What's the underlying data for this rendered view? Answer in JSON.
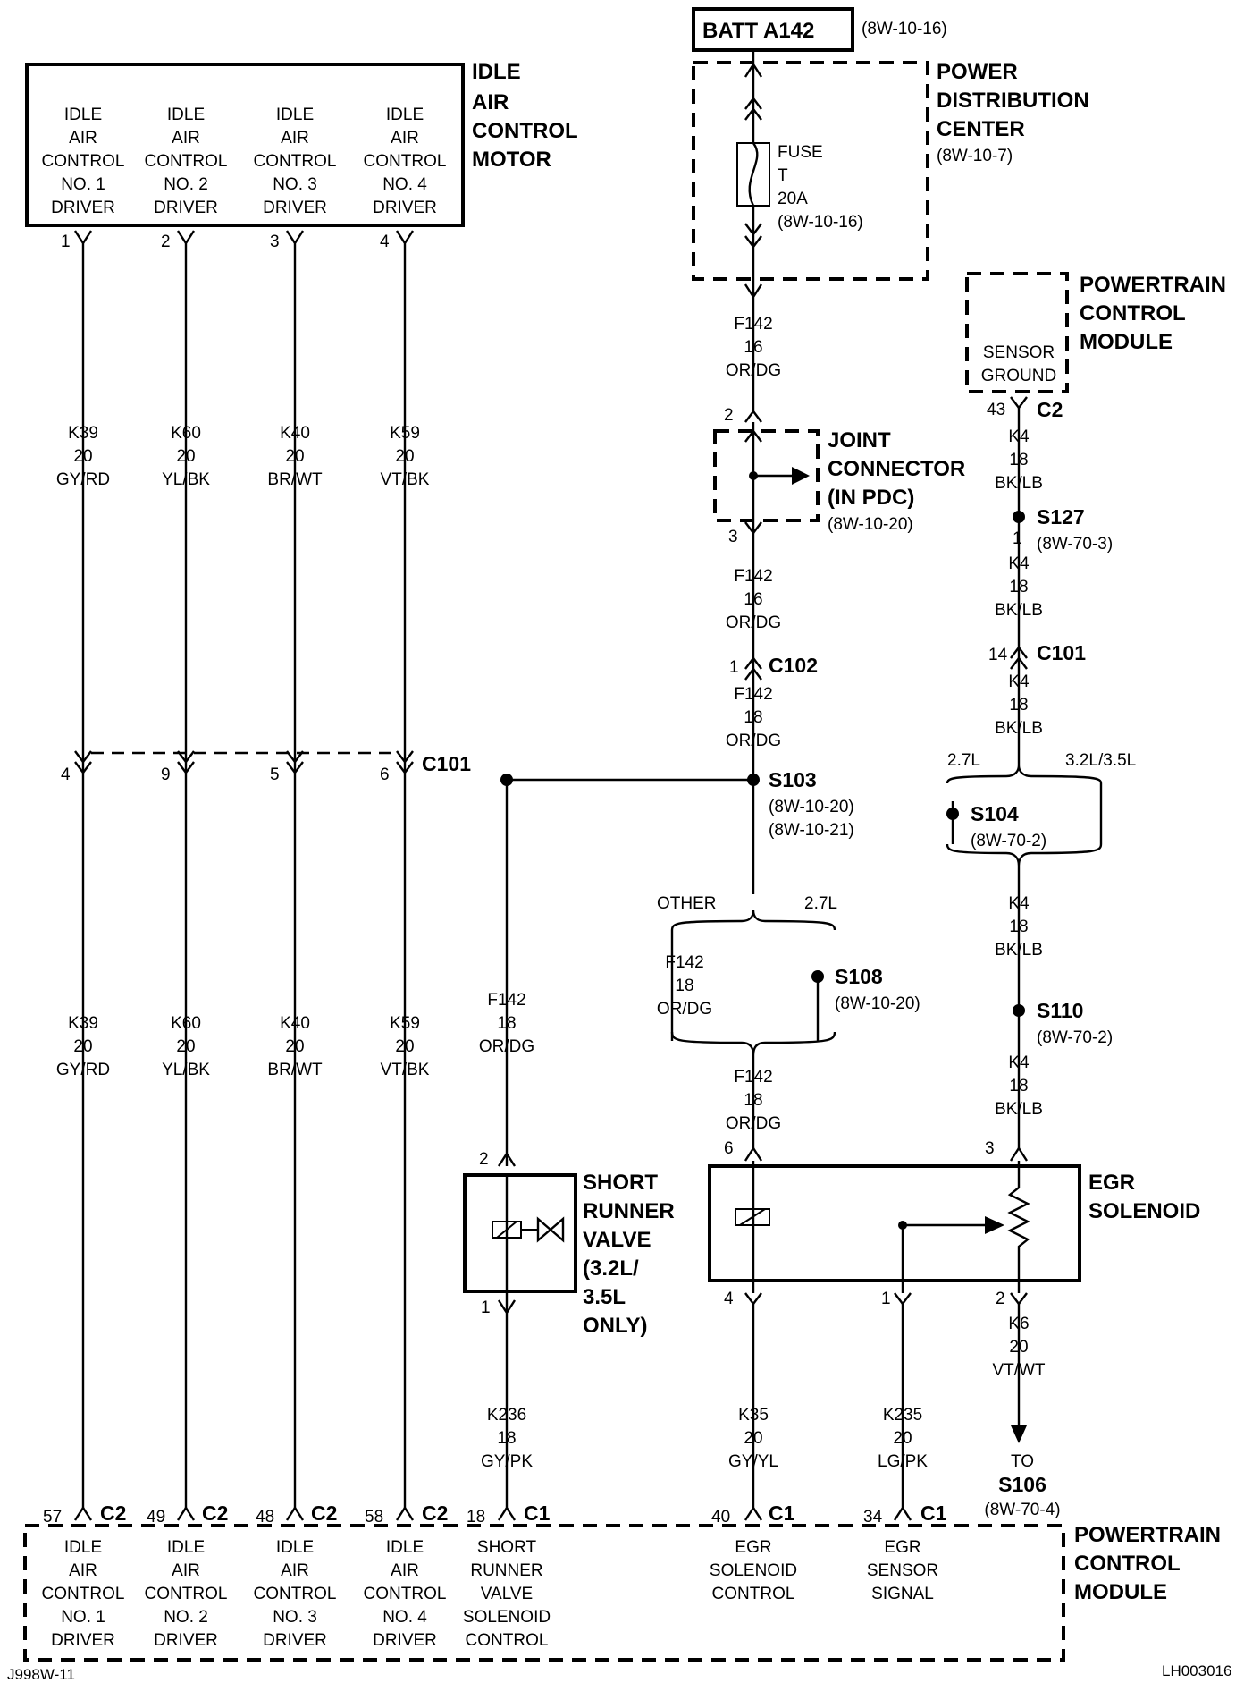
{
  "doc": {
    "code_left": "J998W-11",
    "code_right": "LH003016"
  },
  "batt": {
    "label": "BATT A142",
    "ref": "(8W-10-16)"
  },
  "pdc": {
    "title": [
      "POWER",
      "DISTRIBUTION",
      "CENTER"
    ],
    "ref": "(8W-10-7)",
    "fuse": [
      "FUSE",
      "T",
      "20A",
      "(8W-10-16)"
    ]
  },
  "iac_motor": {
    "title": [
      "IDLE",
      "AIR",
      "CONTROL",
      "MOTOR"
    ],
    "drivers": [
      [
        "IDLE",
        "AIR",
        "CONTROL",
        "NO. 1",
        "DRIVER"
      ],
      [
        "IDLE",
        "AIR",
        "CONTROL",
        "NO. 2",
        "DRIVER"
      ],
      [
        "IDLE",
        "AIR",
        "CONTROL",
        "NO. 3",
        "DRIVER"
      ],
      [
        "IDLE",
        "AIR",
        "CONTROL",
        "NO. 4",
        "DRIVER"
      ]
    ],
    "pins": [
      "1",
      "2",
      "3",
      "4"
    ]
  },
  "iac_wires": [
    [
      "K39",
      "20",
      "GY/RD"
    ],
    [
      "K60",
      "20",
      "YL/BK"
    ],
    [
      "K40",
      "20",
      "BR/WT"
    ],
    [
      "K59",
      "20",
      "VT/BK"
    ]
  ],
  "c101_pins": [
    "4",
    "9",
    "5",
    "6"
  ],
  "c101_label": "C101",
  "pcm_top": {
    "title": [
      "POWERTRAIN",
      "CONTROL",
      "MODULE"
    ],
    "content": [
      "SENSOR",
      "GROUND"
    ],
    "pin": "43",
    "conn": "C2"
  },
  "f142_wire_a": [
    "F142",
    "16",
    "OR/DG"
  ],
  "joint": {
    "title": [
      "JOINT",
      "CONNECTOR",
      "(IN PDC)"
    ],
    "ref": "(8W-10-20)",
    "pin_top": "2",
    "pin_bot": "3"
  },
  "f142_wire_b": [
    "F142",
    "16",
    "OR/DG"
  ],
  "c102": {
    "pin": "1",
    "label": "C102"
  },
  "f142_wire_c": [
    "F142",
    "18",
    "OR/DG"
  ],
  "s103": {
    "label": "S103",
    "refs": [
      "(8W-10-20)",
      "(8W-10-21)"
    ]
  },
  "f142_srv": [
    "F142",
    "18",
    "OR/DG"
  ],
  "other_branch": {
    "left": "OTHER",
    "right": "2.7L",
    "wire": [
      "F142",
      "18",
      "OR/DG"
    ],
    "splice": "S108",
    "ref": "(8W-10-20)"
  },
  "f142_wire_d": [
    "F142",
    "18",
    "OR/DG"
  ],
  "k4_a": [
    "K4",
    "18",
    "BK/LB"
  ],
  "s127": {
    "label": "S127",
    "ref": "(8W-70-3)",
    "pin": "1"
  },
  "k4_b": [
    "K4",
    "18",
    "BK/LB"
  ],
  "c101b": {
    "pin": "14",
    "label": "C101"
  },
  "k4_c": [
    "K4",
    "18",
    "BK/LB"
  ],
  "engine_branch": {
    "left": "2.7L",
    "right": "3.2L/3.5L",
    "splice": "S104",
    "ref": "(8W-70-2)"
  },
  "k4_d": [
    "K4",
    "18",
    "BK/LB"
  ],
  "s110": {
    "label": "S110",
    "ref": "(8W-70-2)"
  },
  "k4_e": [
    "K4",
    "18",
    "BK/LB"
  ],
  "srv": {
    "title": [
      "SHORT",
      "RUNNER",
      "VALVE",
      "(3.2L/",
      "3.5L",
      "ONLY)"
    ],
    "pin_top": "2",
    "pin_bot": "1"
  },
  "k236": [
    "K236",
    "18",
    "GY/PK"
  ],
  "egr": {
    "title": [
      "EGR",
      "SOLENOID"
    ],
    "pins_top": [
      "6",
      "3"
    ],
    "pins_bot": [
      "4",
      "1",
      "2"
    ]
  },
  "k35": [
    "K35",
    "20",
    "GY/YL"
  ],
  "k235": [
    "K235",
    "20",
    "LG/PK"
  ],
  "k6": [
    "K6",
    "20",
    "VT/WT"
  ],
  "to_s106": {
    "to": "TO",
    "label": "S106",
    "ref": "(8W-70-4)"
  },
  "pcm_bottom": {
    "title": [
      "POWERTRAIN",
      "CONTROL",
      "MODULE"
    ],
    "pins": [
      {
        "pin": "57",
        "conn": "C2",
        "label": [
          "IDLE",
          "AIR",
          "CONTROL",
          "NO. 1",
          "DRIVER"
        ]
      },
      {
        "pin": "49",
        "conn": "C2",
        "label": [
          "IDLE",
          "AIR",
          "CONTROL",
          "NO. 2",
          "DRIVER"
        ]
      },
      {
        "pin": "48",
        "conn": "C2",
        "label": [
          "IDLE",
          "AIR",
          "CONTROL",
          "NO. 3",
          "DRIVER"
        ]
      },
      {
        "pin": "58",
        "conn": "C2",
        "label": [
          "IDLE",
          "AIR",
          "CONTROL",
          "NO. 4",
          "DRIVER"
        ]
      },
      {
        "pin": "18",
        "conn": "C1",
        "label": [
          "SHORT",
          "RUNNER",
          "VALVE",
          "SOLENOID",
          "CONTROL"
        ]
      },
      {
        "pin": "40",
        "conn": "C1",
        "label": [
          "EGR",
          "SOLENOID",
          "CONTROL"
        ]
      },
      {
        "pin": "34",
        "conn": "C1",
        "label": [
          "EGR",
          "SENSOR",
          "SIGNAL"
        ]
      }
    ]
  }
}
